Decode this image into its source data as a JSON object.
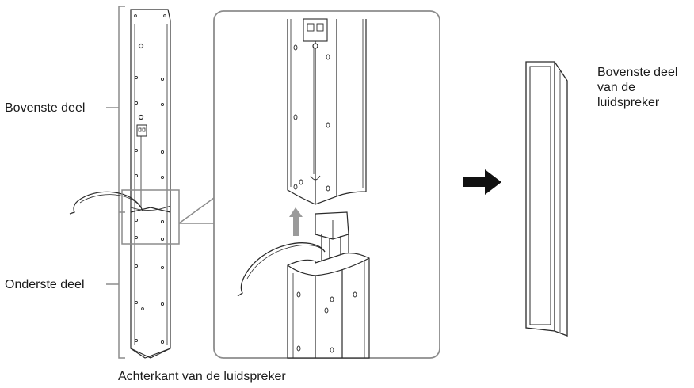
{
  "labels": {
    "upper_part": "Bovenste deel",
    "lower_part": "Onderste deel",
    "caption": "Achterkant van de luidspreker",
    "front_line1": "Bovenste deel",
    "front_line2": "van de",
    "front_line3": "luidspreker"
  },
  "icons": {
    "arrow_right": "arrow-right-icon",
    "arrow_up": "arrow-up-icon"
  },
  "colors": {
    "line": "#2a2a2a",
    "frame": "#8c8c8c",
    "arrow_up": "#9a9a9a",
    "arrow_right": "#111111"
  }
}
